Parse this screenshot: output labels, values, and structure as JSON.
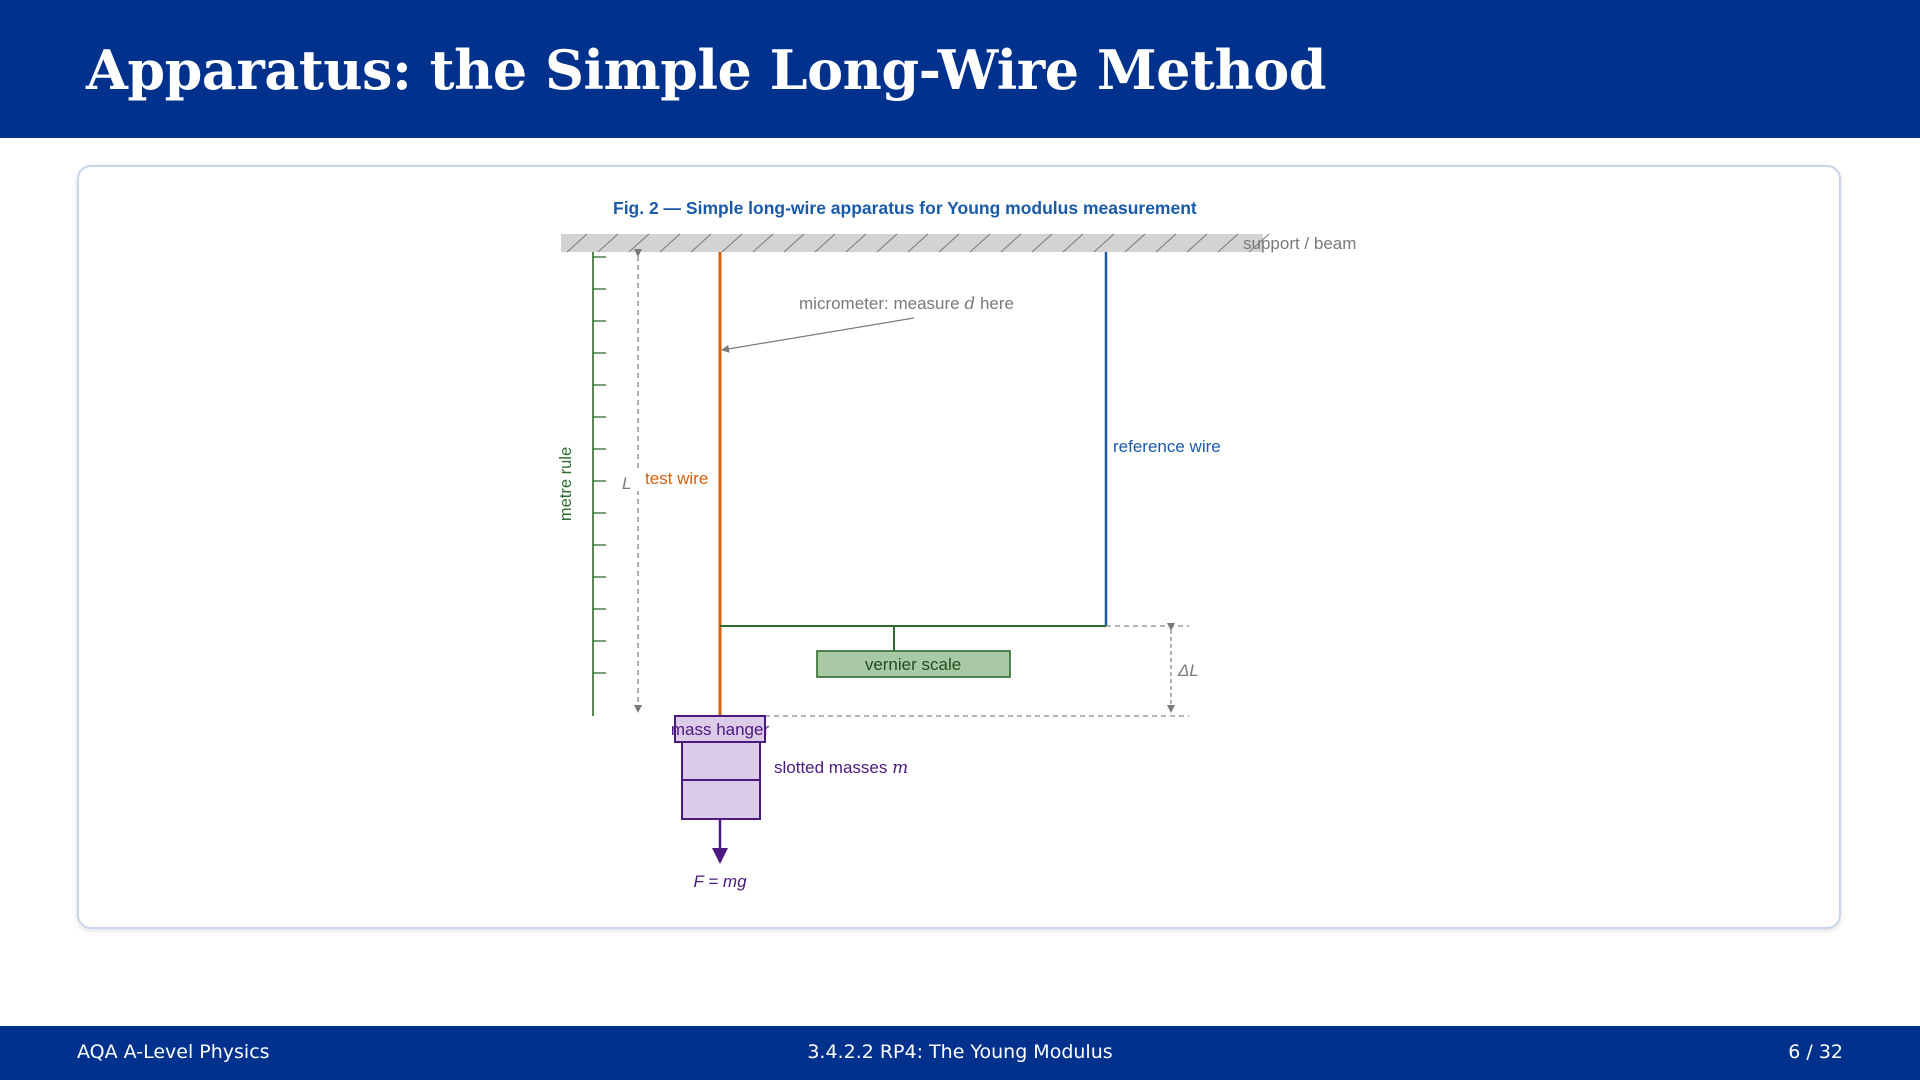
{
  "slide": {
    "title": "Apparatus: the Simple Long-Wire Method"
  },
  "figure": {
    "caption": "Fig. 2 — Simple long-wire apparatus for Young modulus measurement",
    "labels": {
      "support": "support / beam",
      "micrometer_prefix": "micrometer: measure ",
      "micrometer_var": "d",
      "micrometer_suffix": " here",
      "reference_wire": "reference wire",
      "test_wire": "test wire",
      "metre_rule": "metre rule",
      "length": "L",
      "vernier": "vernier scale",
      "extension": "ΔL",
      "mass_hanger": "mass hanger",
      "slotted_masses": "slotted masses ",
      "mass_var": "m",
      "force": "F = mg"
    },
    "colors": {
      "caption": "#1a5aa8",
      "test_wire": "#d4600e",
      "reference_wire": "#1a5aa8",
      "metre_rule": "#2e6b2e",
      "vernier_fill": "#a9c9a4",
      "vernier_stroke": "#2e6b2e",
      "mass": "#4b1a7e",
      "mass_fill": "#dccbe9",
      "annotation": "#7a7a7a",
      "beam": "#d3d3d3"
    }
  },
  "footer": {
    "left": "AQA A-Level Physics",
    "center": "3.4.2.2  RP4: The Young Modulus",
    "right": "6 / 32"
  }
}
